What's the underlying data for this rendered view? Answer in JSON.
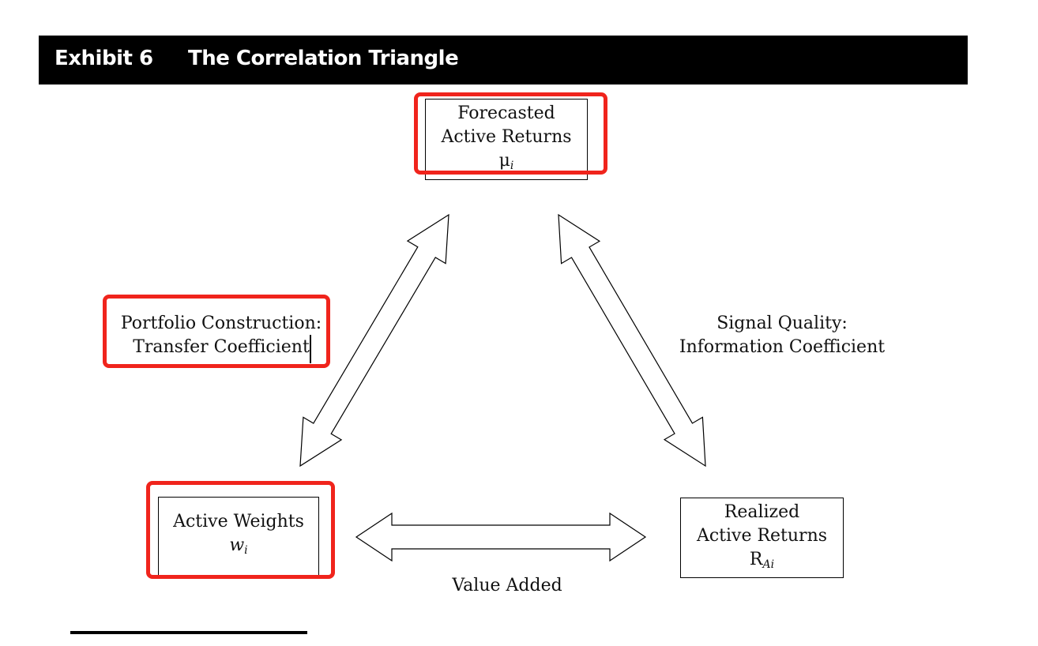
{
  "exhibit": {
    "number": "Exhibit 6",
    "title": "The Correlation Triangle"
  },
  "nodes": {
    "forecasted": {
      "line1": "Forecasted",
      "line2": "Active Returns",
      "symbol": "μ",
      "subscript": "i"
    },
    "weights": {
      "line1": "Active Weights",
      "symbol": "w",
      "subscript": "i"
    },
    "realized": {
      "line1": "Realized",
      "line2": "Active Returns",
      "symbol": "R",
      "subscript": "Ai"
    }
  },
  "edges": {
    "portfolio": {
      "line1": "Portfolio Construction:",
      "line2": "Transfer Coefficient"
    },
    "signal": {
      "line1": "Signal Quality:",
      "line2": "Information Coefficient"
    },
    "value": {
      "label": "Value Added"
    }
  },
  "highlight_color": "#f0241c"
}
